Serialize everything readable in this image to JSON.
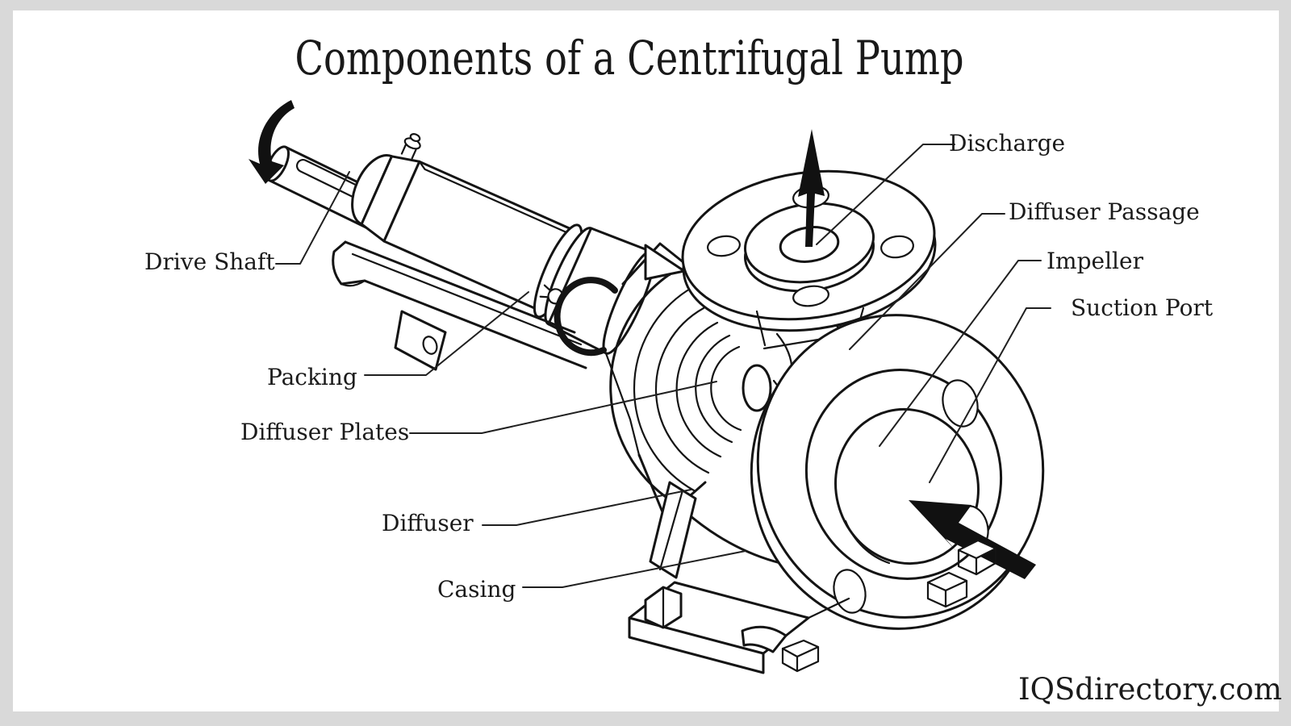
{
  "page": {
    "background": "#d9d9d9",
    "canvas": "#ffffff",
    "line_color": "#141414"
  },
  "title": "Components of a Centrifugal Pump",
  "watermark": "IQSdirectory.com",
  "diagram": {
    "type": "technical-line-illustration",
    "subject": "Centrifugal pump cutaway with labeled components",
    "labels": [
      {
        "id": "drive-shaft",
        "text": "Drive Shaft"
      },
      {
        "id": "packing",
        "text": "Packing"
      },
      {
        "id": "diffuser-plates",
        "text": "Diffuser Plates"
      },
      {
        "id": "diffuser",
        "text": "Diffuser"
      },
      {
        "id": "casing",
        "text": "Casing"
      },
      {
        "id": "discharge",
        "text": "Discharge"
      },
      {
        "id": "diffuser-passage",
        "text": "Diffuser Passage"
      },
      {
        "id": "impeller",
        "text": "Impeller"
      },
      {
        "id": "suction-port",
        "text": "Suction Port"
      }
    ],
    "icons": [
      {
        "name": "rotation-arrow-icon",
        "meaning": "shaft rotation direction"
      },
      {
        "name": "discharge-arrow-icon",
        "meaning": "flow out of discharge port"
      },
      {
        "name": "suction-arrow-icon",
        "meaning": "flow into suction port"
      }
    ]
  }
}
